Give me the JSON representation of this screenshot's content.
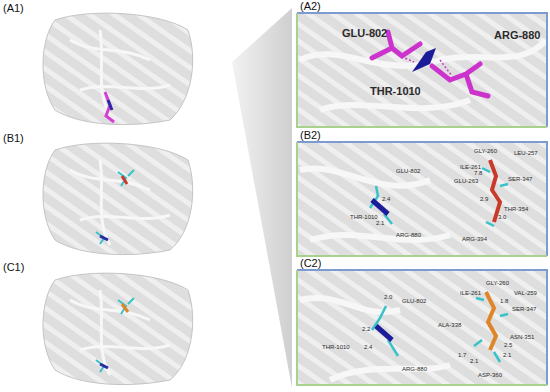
{
  "diagram": {
    "labels": [
      "(A1)",
      "(A2)",
      "(B1)",
      "(B2)",
      "(C1)",
      "(C2)",
      "GLU-802",
      "ARG-880",
      "THR-1010",
      "GLU-802",
      "THR-1010",
      "ARG-880",
      "2.4",
      "2.1",
      "GLY-260",
      "LEU-257",
      "ILE-261",
      "GLU-263",
      "SER-347",
      "THR-354",
      "ARG-394",
      "7.8",
      "2.9",
      "3.0",
      "GLU-802",
      "2.0",
      "THR-1010",
      "2.2",
      "2.4",
      "ARG-880",
      "GLY-260",
      "ILE-261",
      "VAL-259",
      "SER-347",
      "ALA-338",
      "ASN-351",
      "ASP-360",
      "1.8",
      "1.7",
      "2.1",
      "2.1",
      "2.5"
    ]
  }
}
